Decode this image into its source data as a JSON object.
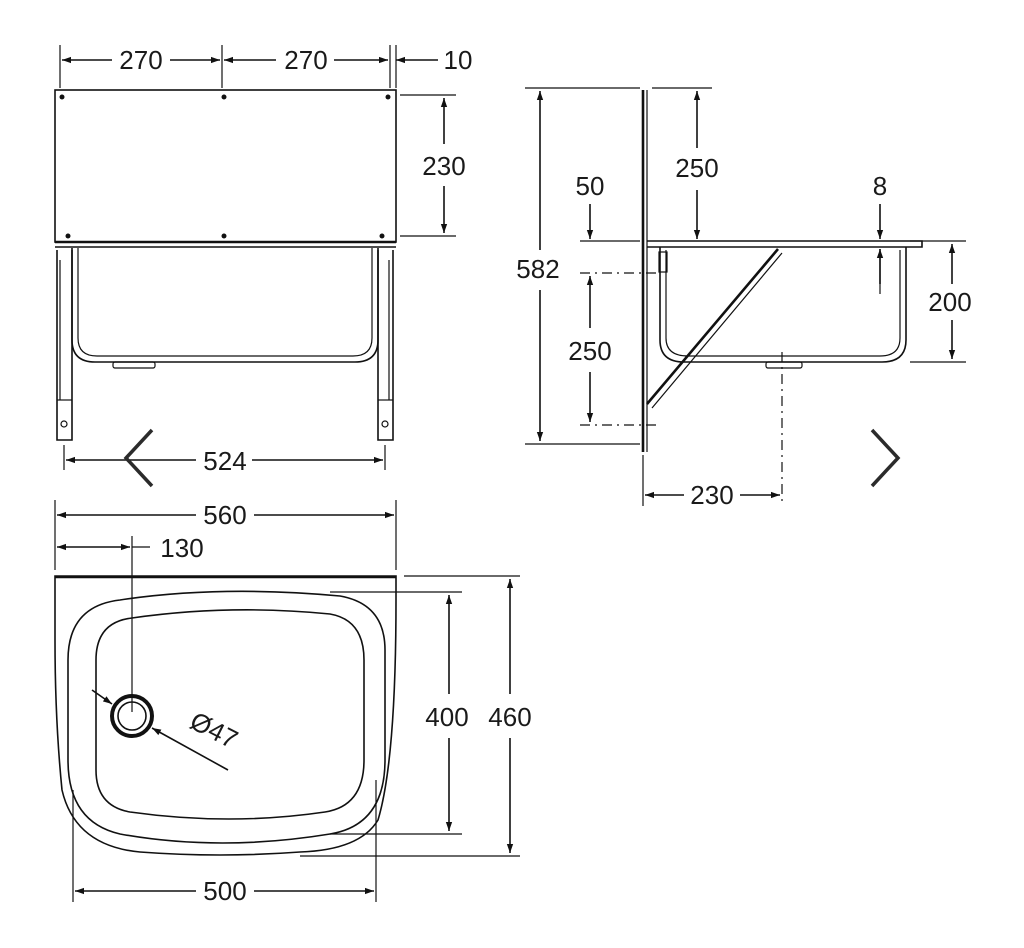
{
  "nav": {
    "prev_icon": "chevron-left-icon",
    "next_icon": "chevron-right-icon",
    "icon_color": "#2b2b2b"
  },
  "front_view": {
    "width_left": "270",
    "width_right": "270",
    "edge": "10",
    "backsplash_height": "230",
    "bracket_span": "524"
  },
  "side_view": {
    "total_height": "582",
    "backsplash": "250",
    "offset": "50",
    "rim": "8",
    "depth": "200",
    "bracket_height": "250",
    "drain_offset": "230"
  },
  "top_view": {
    "overall_width": "560",
    "drain_position": "130",
    "drain_diameter": "Ø47",
    "inner_width": "500",
    "inner_depth": "400",
    "overall_depth": "460"
  }
}
